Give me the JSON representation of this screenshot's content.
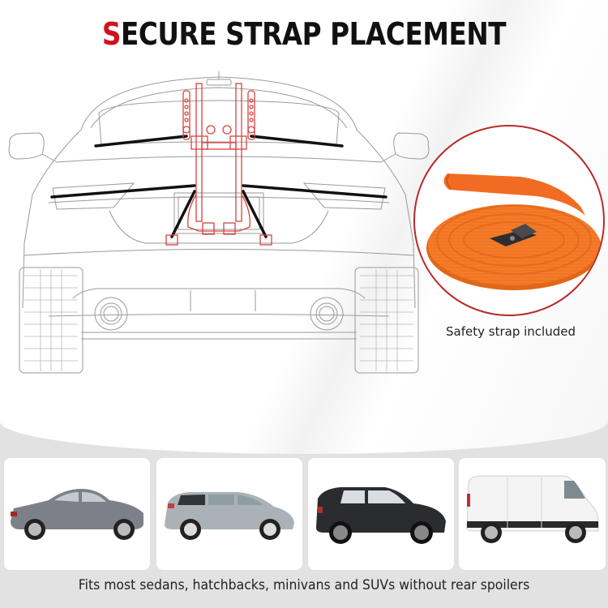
{
  "header": {
    "title_first_letter": "S",
    "title_rest": "ECURE STRAP PLACEMENT",
    "accent_color": "#d0121b"
  },
  "illustration": {
    "subject": "rear-view line drawing of sedan with trunk-mounted bike rack and straps",
    "rack_color": "#d9423f",
    "strap_color": "#111111"
  },
  "inset": {
    "subject": "coiled orange safety strap with metal buckle",
    "caption": "Safety strap included",
    "strap_color": "#f57c2a",
    "border_color": "#b82a2a"
  },
  "vehicles": [
    {
      "type": "sedan",
      "color": "#7d8088"
    },
    {
      "type": "hatchback",
      "color": "#aab2b8"
    },
    {
      "type": "minivan",
      "color": "#2b2c30"
    },
    {
      "type": "van",
      "color": "#f4f4f4"
    }
  ],
  "footer": {
    "caption": "Fits most sedans, hatchbacks, minivans and SUVs without rear spoilers"
  }
}
